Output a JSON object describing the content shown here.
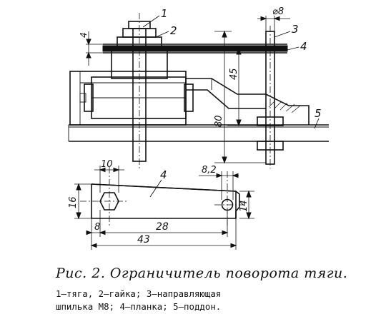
{
  "figure": {
    "callouts": [
      "1",
      "2",
      "3",
      "4",
      "5"
    ],
    "dimensions": {
      "washer_thickness": "4",
      "pin_diameter": "⌀8",
      "height_45": "45",
      "height_80": "80",
      "hole_pos": "10",
      "slot_pos": "8,2",
      "left_height": "16",
      "right_height": "14",
      "edge_8": "8",
      "length_28": "28",
      "length_43": "43"
    },
    "detail_label": "4"
  },
  "caption": "Рис. 2. Ограничитель поворота тяги.",
  "legend": {
    "line1": "1—тяга,  2—гайка;  3—направляющая",
    "line2": "шпилька М8; 4—планка; 5—поддон."
  }
}
